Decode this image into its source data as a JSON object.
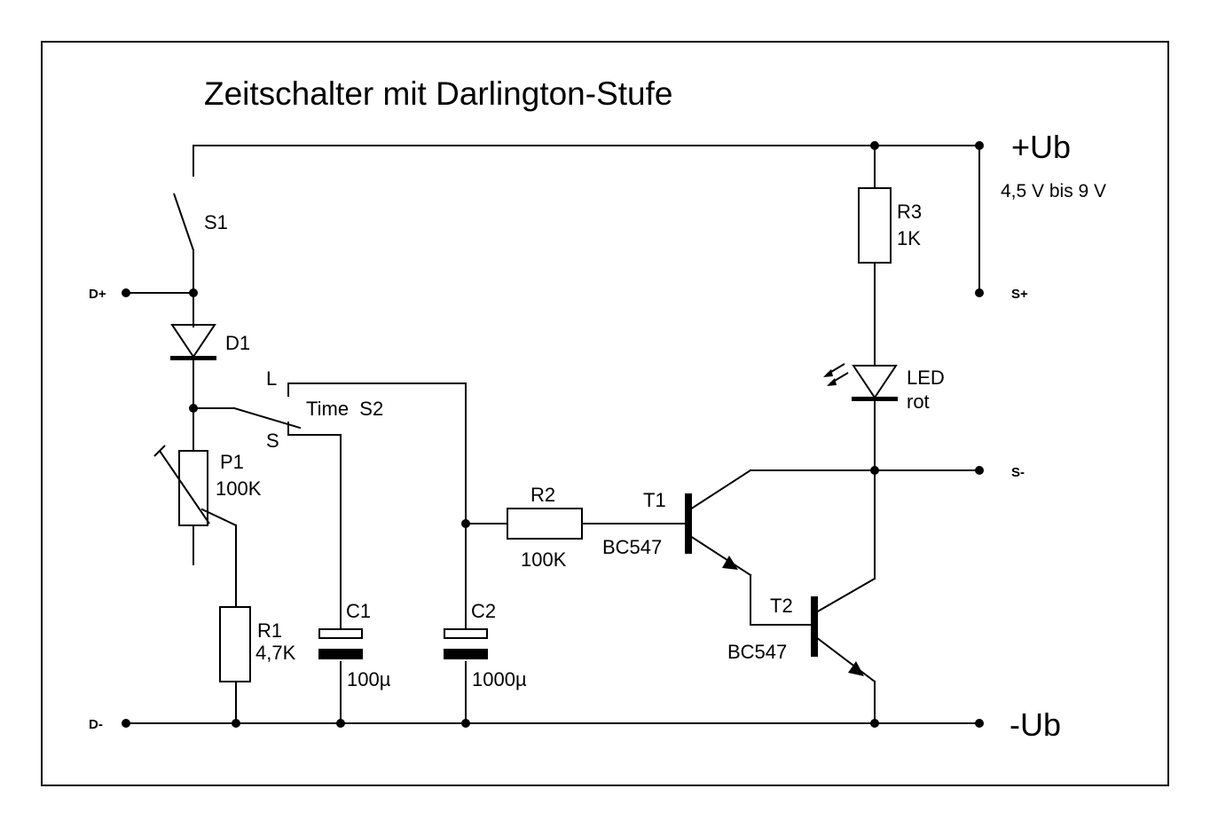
{
  "diagram": {
    "title": "Zeitschalter mit Darlington-Stufe",
    "terminals": {
      "plus_ub": "+Ub",
      "supply_range": "4,5 V bis 9 V",
      "minus_ub": "-Ub",
      "s_plus": "S+",
      "s_minus": "S-",
      "d_plus": "D+",
      "d_minus": "D-"
    },
    "components": {
      "s1": "S1",
      "d1": "D1",
      "s2_name": "Time  S2",
      "s2_long": "L",
      "s2_short": "S",
      "p1_name": "P1",
      "p1_value": "100K",
      "r1_name": "R1",
      "r1_value": "4,7K",
      "c1_name": "C1",
      "c1_value": "100µ",
      "c2_name": "C2",
      "c2_value": "1000µ",
      "r2_name": "R2",
      "r2_value": "100K",
      "t1_name": "T1",
      "t1_type": "BC547",
      "t2_name": "T2",
      "t2_type": "BC547",
      "r3_name": "R3",
      "r3_value": "1K",
      "led_name": "LED",
      "led_color": "rot"
    }
  }
}
